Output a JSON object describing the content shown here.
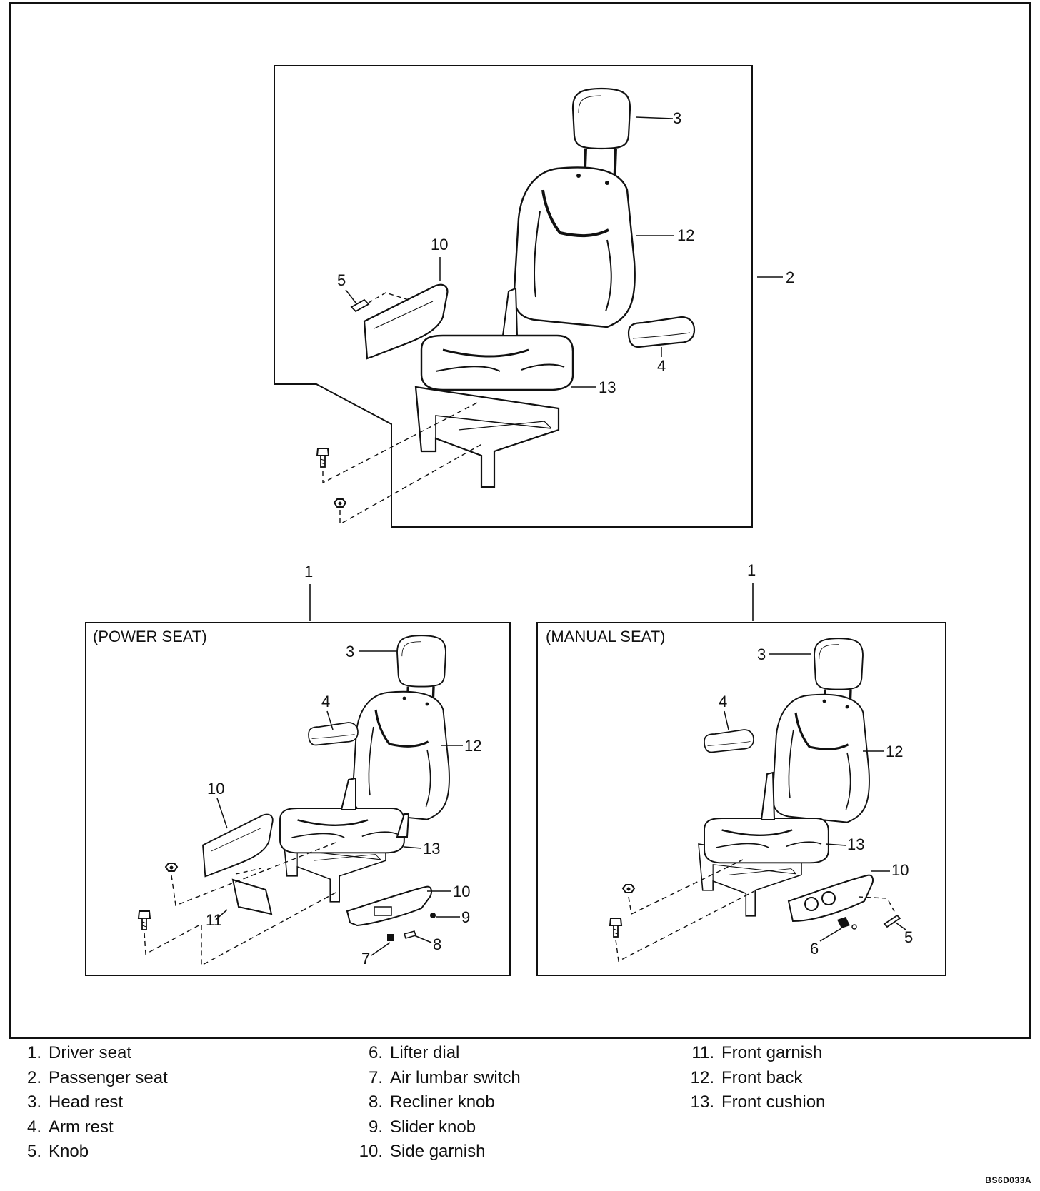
{
  "diagram": {
    "panels": {
      "power": "(POWER SEAT)",
      "manual": "(MANUAL SEAT)"
    },
    "callouts": {
      "top": [
        "3",
        "12",
        "2",
        "10",
        "5",
        "4",
        "13"
      ],
      "driver_marks": [
        "1",
        "1"
      ],
      "power": [
        "3",
        "4",
        "12",
        "10",
        "13",
        "10",
        "9",
        "11",
        "8",
        "7"
      ],
      "manual": [
        "3",
        "4",
        "12",
        "13",
        "10",
        "5",
        "6"
      ]
    },
    "figure_code": "BS6D033A"
  },
  "legend": {
    "columns": [
      [
        {
          "num": "1.",
          "label": "Driver seat"
        },
        {
          "num": "2.",
          "label": "Passenger seat"
        },
        {
          "num": "3.",
          "label": "Head rest"
        },
        {
          "num": "4.",
          "label": "Arm rest"
        },
        {
          "num": "5.",
          "label": "Knob"
        }
      ],
      [
        {
          "num": "6.",
          "label": "Lifter dial"
        },
        {
          "num": "7.",
          "label": "Air lumbar switch"
        },
        {
          "num": "8.",
          "label": "Recliner knob"
        },
        {
          "num": "9.",
          "label": "Slider knob"
        },
        {
          "num": "10.",
          "label": "Side garnish"
        }
      ],
      [
        {
          "num": "11.",
          "label": "Front garnish"
        },
        {
          "num": "12.",
          "label": "Front back"
        },
        {
          "num": "13.",
          "label": "Front cushion"
        }
      ]
    ]
  }
}
